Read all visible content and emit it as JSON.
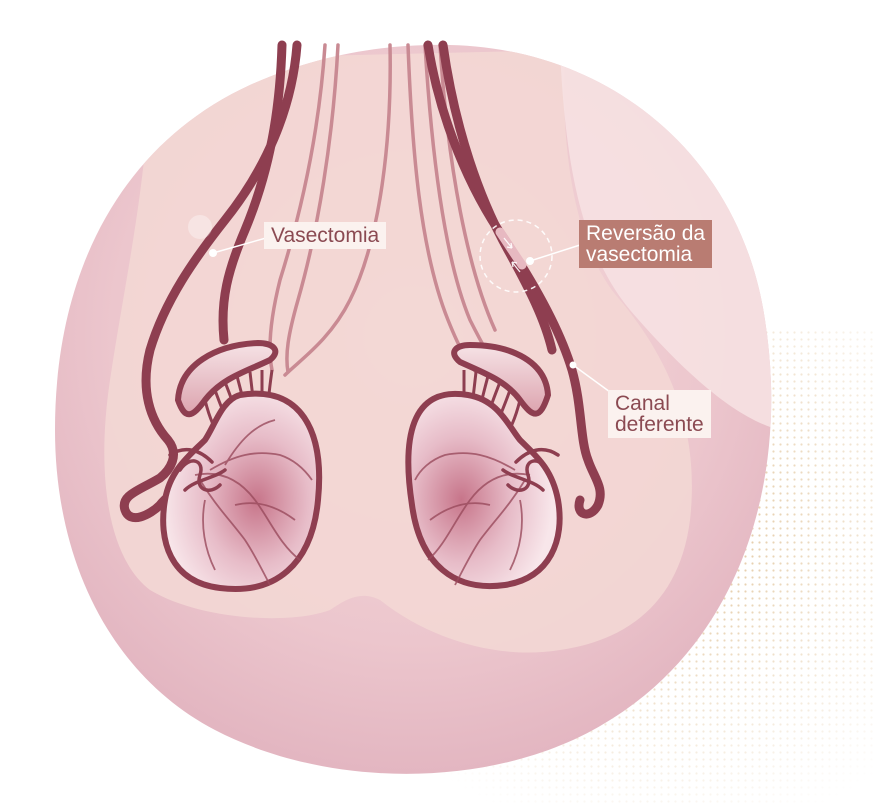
{
  "labels": {
    "vasectomy": "Vasectomia",
    "reversal_line1": "Reversão da",
    "reversal_line2": "vasectomia",
    "vas_deferens_line1": "Canal",
    "vas_deferens_line2": "deferente"
  },
  "colors": {
    "vessel": "#8e3e50",
    "vessel_light": "#c98a93",
    "testis_fill": "#f3dce2",
    "testis_shade": "#c8798c",
    "skin_outer": "#ecc9cf",
    "skin_inner": "#f3d8d6",
    "label_light_bg": "#fbf2ef",
    "label_light_text": "#8b4a52",
    "label_dark_bg": "#b97c72",
    "label_dark_text": "#ffffff",
    "dots": "#d6b07a"
  }
}
